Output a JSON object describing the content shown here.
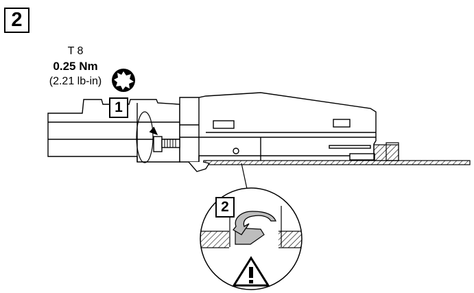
{
  "step_number": "2",
  "tool": {
    "bit": "T 8",
    "torque_metric": "0.25 Nm",
    "torque_imperial": "(2.21 lb-in)",
    "icon": "torx-bit-icon"
  },
  "callouts": {
    "first": "1",
    "second": "2"
  },
  "warning": {
    "icon": "warning-triangle-icon",
    "symbol": "!"
  },
  "colors": {
    "line": "#000000",
    "background": "#ffffff",
    "highlight": "#bdbdbd"
  }
}
